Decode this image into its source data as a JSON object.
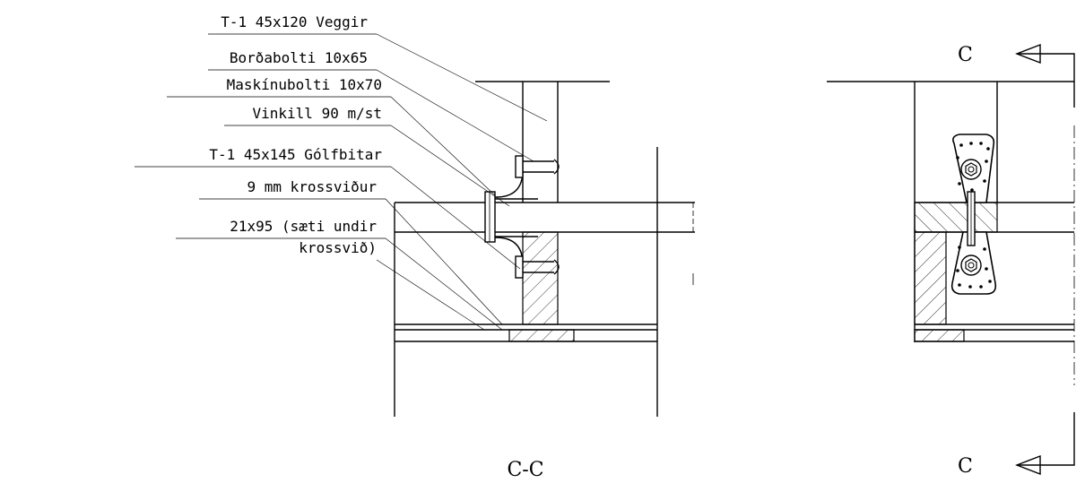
{
  "labels": {
    "veggir": "T-1 45x120 Veggir",
    "bordabolti": "Borðabolti 10x65",
    "maskinubolti": "Maskínubolti 10x70",
    "vinkill": "Vinkill 90 m/st",
    "golfbitar": "T-1 45x145 Gólfbitar",
    "krossvidur": "9 mm krossviður",
    "saeti_line1": "21x95 (sæti undir",
    "saeti_line2": "krossvið)"
  },
  "section": {
    "title": "C-C",
    "marker_top": "C",
    "marker_bottom": "C"
  }
}
